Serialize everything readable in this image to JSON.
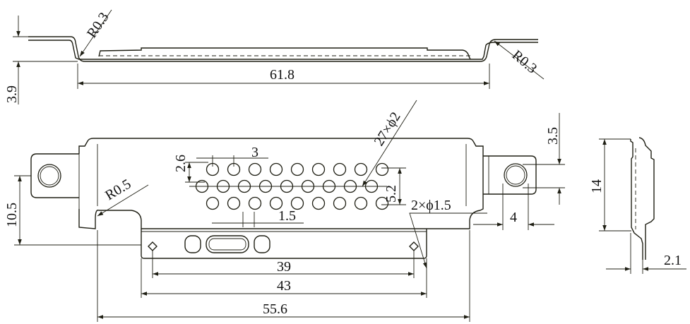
{
  "drawing": {
    "top_view": {
      "radius_left": "R0.3",
      "radius_right": "R0.3",
      "height": "3.9",
      "length": "61.8"
    },
    "front_view": {
      "hole_size": "2.6",
      "hole_pitch": "3",
      "hole_count": "27×ϕ2",
      "row_spacing": "5.2",
      "stagger": "1.5",
      "corner_radius": "R0.5",
      "tab_height": "10.5",
      "tab_offset": "3.5",
      "tab_width": "4",
      "small_holes": "2×ϕ1.5",
      "hole_span": "39",
      "foot_width": "43",
      "body_width": "55.6"
    },
    "side_view": {
      "height": "14",
      "thickness": "2.1"
    }
  }
}
